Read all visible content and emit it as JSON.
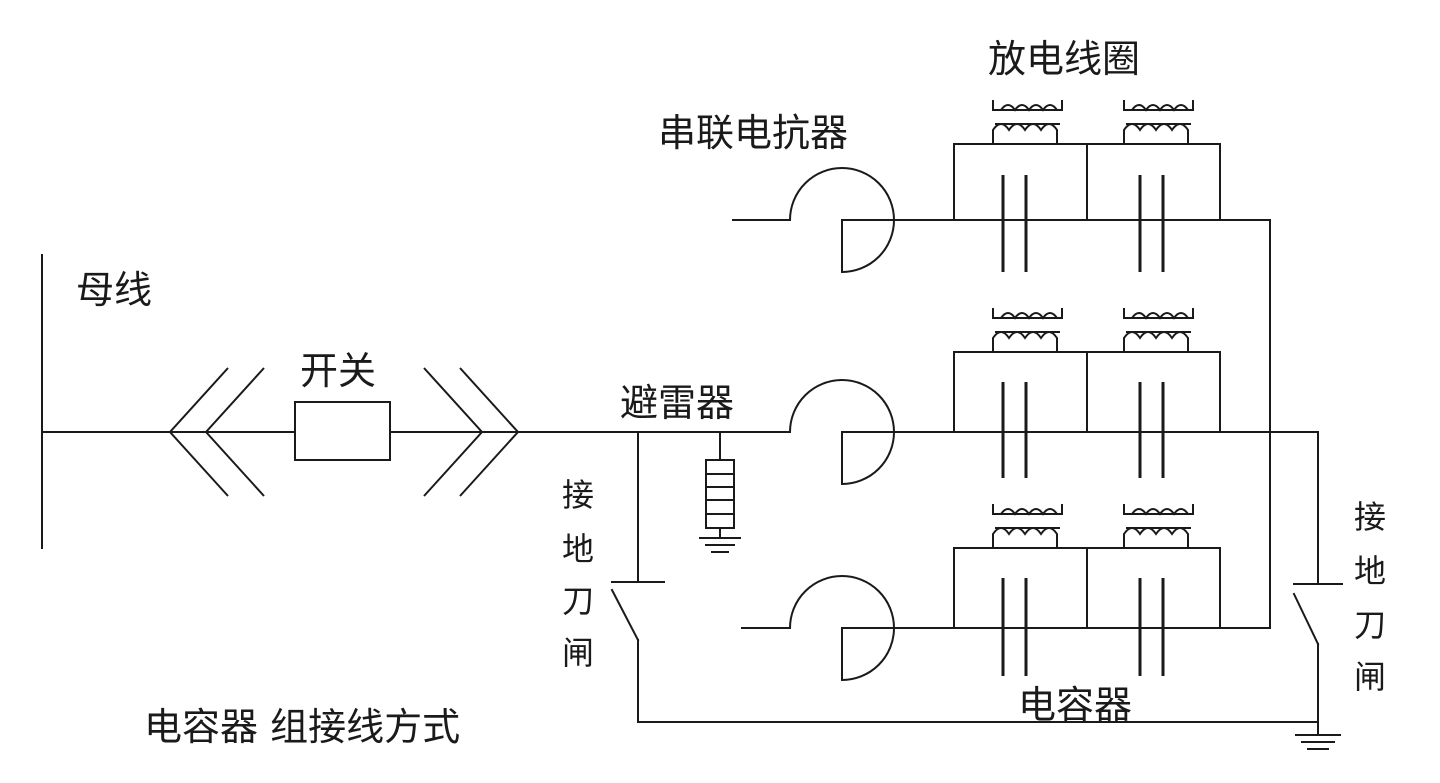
{
  "labels": {
    "busbar": "母线",
    "switch": "开关",
    "arrester": "避雷器",
    "series_reactor": "串联电抗器",
    "discharge_coil": "放电线圈",
    "capacitor": "电容器",
    "ground_switch_left": [
      "接",
      "地",
      "刀",
      "闸"
    ],
    "ground_switch_right": [
      "接",
      "地",
      "刀",
      "闸"
    ],
    "caption": "电容器 组接线方式"
  },
  "colors": {
    "line": "#1a1a1a",
    "background": "#ffffff"
  }
}
